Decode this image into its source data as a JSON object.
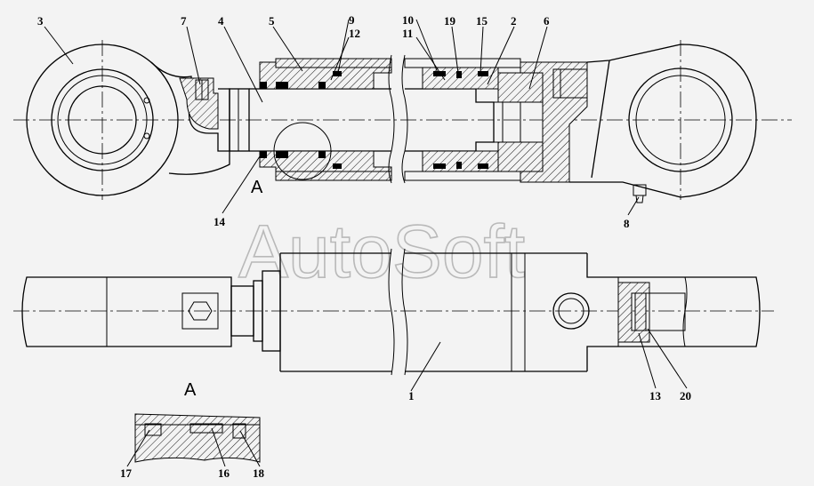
{
  "watermark": "AutoSoft",
  "section_view": {
    "label": "A",
    "detail_label": "A"
  },
  "callouts": [
    "1",
    "2",
    "3",
    "4",
    "5",
    "6",
    "7",
    "8",
    "9",
    "10",
    "11",
    "12",
    "13",
    "14",
    "15",
    "16",
    "17",
    "18",
    "19",
    "20"
  ]
}
